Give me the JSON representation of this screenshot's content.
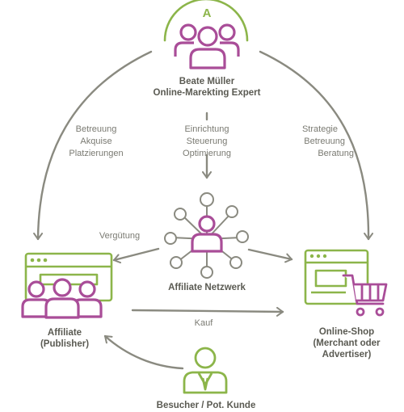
{
  "colors": {
    "purple": "#a94d98",
    "green": "#8cb54a",
    "gray": "#8a8a80",
    "text": "#5a5a52"
  },
  "expert": {
    "badge": "A",
    "name": "Beate Müller",
    "role": "Online-Marekting Expert",
    "icon": "people-group-icon"
  },
  "network": {
    "label": "Affiliate Netzwerk",
    "icon": "network-person-icon"
  },
  "affiliate": {
    "line1": "Affiliate",
    "line2": "(Publisher)",
    "icon": "browser-people-icon"
  },
  "shop": {
    "line1": "Online-Shop",
    "line2": "(Merchant oder",
    "line3": "Advertiser)",
    "icon": "browser-cart-icon"
  },
  "visitor": {
    "label": "Besucher / Pot. Kunde",
    "icon": "businessman-icon"
  },
  "flows": {
    "left": [
      "Betreuung",
      "Akquise",
      "Platzierungen"
    ],
    "center": [
      "Einrichtung",
      "Steuerung",
      "Optimierung"
    ],
    "right": [
      "Strategie",
      "Betreuung",
      "Beratung"
    ],
    "verguetung": "Vergütung",
    "kauf": "Kauf"
  }
}
